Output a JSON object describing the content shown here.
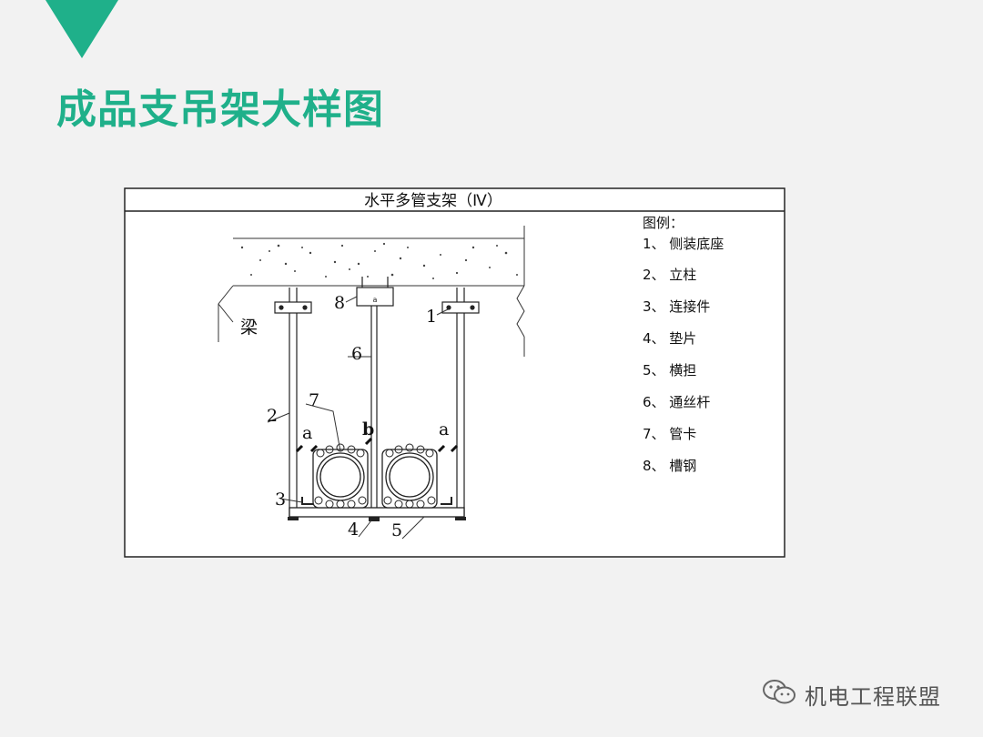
{
  "slide": {
    "title": "成品支吊架大样图"
  },
  "figure": {
    "title": "水平多管支架（Ⅳ）",
    "beam_label": "梁",
    "part_labels": [
      "1",
      "2",
      "3",
      "4",
      "5",
      "6",
      "7",
      "8"
    ],
    "dim_labels": {
      "a": "a",
      "b": "b"
    },
    "legend_title": "图例：",
    "legend": [
      "1、 侧装底座",
      "2、 立柱",
      "3、 连接件",
      "4、 垫片",
      "5、 横担",
      "6、 通丝杆",
      "7、 管卡",
      "8、 槽钢"
    ]
  },
  "watermark": {
    "text": "机电工程联盟",
    "icon": "wechat-icon"
  },
  "colors": {
    "accent": "#1fb08a"
  }
}
